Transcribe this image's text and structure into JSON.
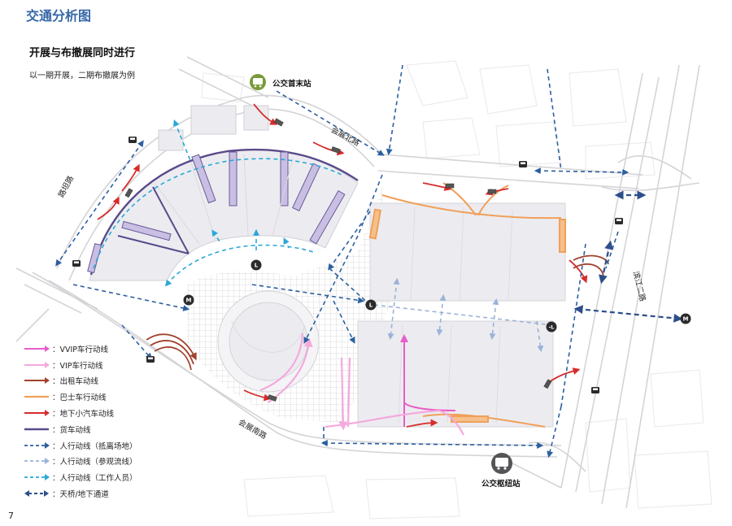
{
  "title": "交通分析图",
  "subtitle": "开展与布撤展同时进行",
  "note": "以一期开展，二期布撤展为例",
  "page_number": "7",
  "map_labels": {
    "bus_terminal": "公交首末站",
    "bus_hub": "公交枢纽站",
    "road_north": "会展北路",
    "road_west": "路坦路",
    "road_south": "会展南路",
    "road_east": "滨江二路",
    "metro": "M",
    "station_L": "L",
    "station_neg_L": "-L"
  },
  "legend": [
    {
      "label": "：VVIP车行动线",
      "color": "#e85cc8",
      "style": "solid-arrow"
    },
    {
      "label": "：VIP车行动线",
      "color": "#f5a9dd",
      "style": "solid-arrow"
    },
    {
      "label": "：出租车动线",
      "color": "#a0422c",
      "style": "solid-arrow"
    },
    {
      "label": "：巴士车行动线",
      "color": "#f0a05a",
      "style": "solid"
    },
    {
      "label": "：地下小汽车动线",
      "color": "#d72b2b",
      "style": "solid-arrow"
    },
    {
      "label": "：货车动线",
      "color": "#5a4a8a",
      "style": "solid"
    },
    {
      "label": "：人行动线（抵离场地）",
      "color": "#2c5fa0",
      "style": "dashed-arrow"
    },
    {
      "label": "：人行动线（参观流线）",
      "color": "#9ab3d8",
      "style": "dashed-arrow"
    },
    {
      "label": "：人行动线（工作人员）",
      "color": "#2aa8d8",
      "style": "dashed-arrow"
    },
    {
      "label": "：天桥/地下通道",
      "color": "#2c4f8a",
      "style": "dashed-double-arrow"
    }
  ],
  "colors": {
    "title": "#3567a8",
    "building": "#e9e9ec",
    "road": "#d4d4d8",
    "plaza_grid": "#d2d2d6"
  }
}
